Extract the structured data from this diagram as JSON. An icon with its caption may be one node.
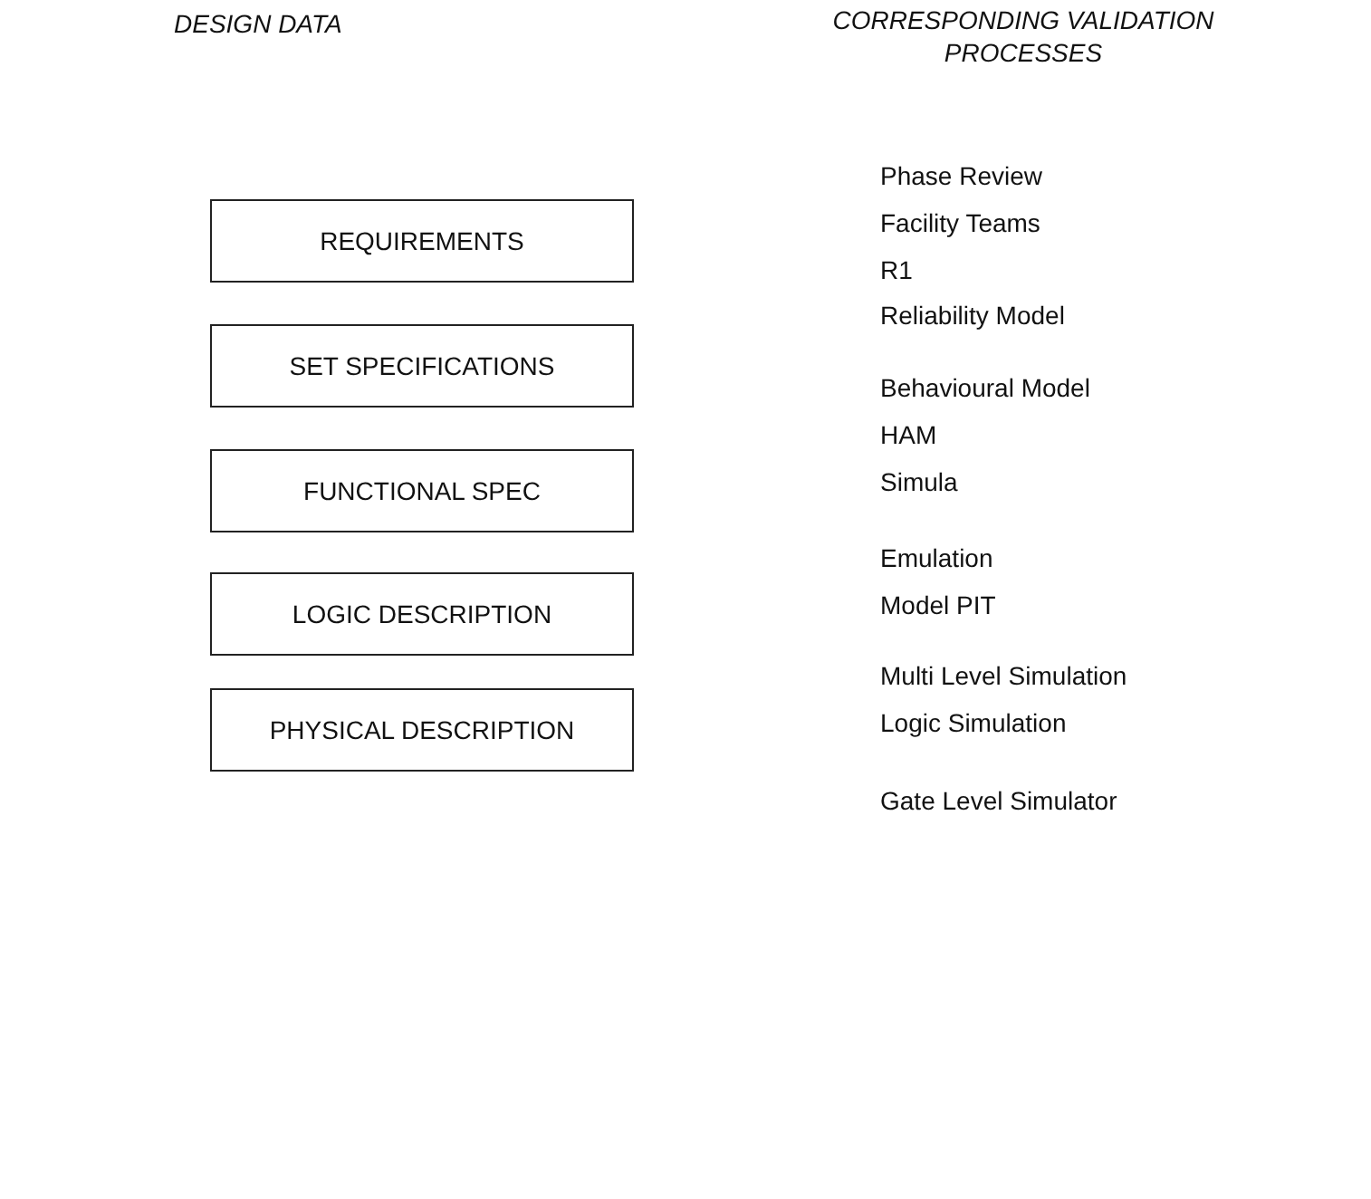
{
  "diagram": {
    "nodes": [
      {
        "text": [
          "REQUIREMENTS"
        ]
      },
      {
        "text": [
          "SET SPECIFICATIONS"
        ]
      },
      {
        "text": [
          "FUNCTIONAL SPEC"
        ]
      },
      {
        "text": [
          "LOGIC DESCRIPTION"
        ]
      },
      {
        "text": [
          "PHYSICAL DESCRIPTION"
        ]
      }
    ],
    "labels": [
      "DESIGN DATA",
      "CORRESPONDING VALIDATION PROCESSES",
      "Phase Review",
      "Facility Teams",
      "R1",
      "Reliability Model",
      "Behavioural Model",
      "HAM",
      "Simula",
      "Emulation",
      "Model PIT",
      "Multi Level Simulation",
      "Logic Simulation",
      "Gate Level Simulator"
    ]
  }
}
